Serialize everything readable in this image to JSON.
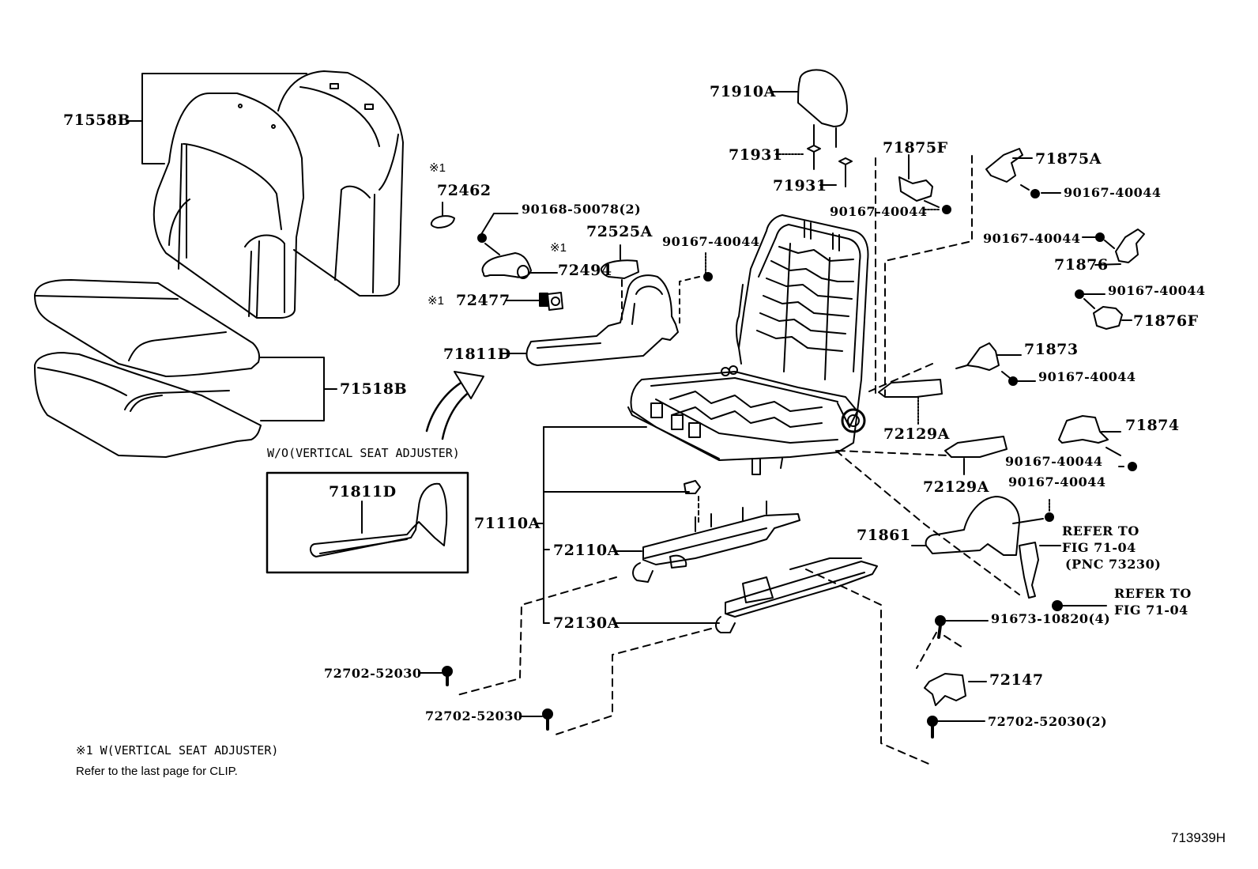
{
  "diagram": {
    "title": "Seat & Seat Track parts diagram",
    "figure_number": "713939H",
    "footnote_marker": "※1",
    "footnote_text": "※1 W(VERTICAL SEAT ADJUSTER)",
    "clip_note": "Refer to the last page for CLIP.",
    "inset_title": "W/O(VERTICAL SEAT ADJUSTER)",
    "parts": {
      "p71558B": "71558B",
      "p71518B": "71518B",
      "p72462": "72462",
      "p90168_50078": "90168-50078(2)",
      "p72525A": "72525A",
      "p72494": "72494",
      "p72477": "72477",
      "p71811D": "71811D",
      "p71811D_inset": "71811D",
      "p71910A": "71910A",
      "p71931_a": "71931",
      "p71931_b": "71931",
      "p71875F": "71875F",
      "p71875A": "71875A",
      "p90167_a": "90167-40044",
      "p90167_b": "90167-40044",
      "p90167_c": "90167-40044",
      "p90167_d": "90167-40044",
      "p90167_e": "90167-40044",
      "p90167_f": "90167-40044",
      "p90167_g": "90167-40044",
      "p90167_h": "90167-40044",
      "p71876": "71876",
      "p71876F": "71876F",
      "p71873": "71873",
      "p71874": "71874",
      "p72129A_a": "72129A",
      "p72129A_b": "72129A",
      "p71861": "71861",
      "p71110A": "71110A",
      "p72110A": "72110A",
      "p72130A": "72130A",
      "p91673": "91673-10820(4)",
      "p72147": "72147",
      "p72702_a": "72702-52030",
      "p72702_b": "72702-52030",
      "p72702_c": "72702-52030(2)"
    },
    "refer_notes": {
      "refer1_l1": "REFER TO",
      "refer1_l2": "FIG 71-04",
      "refer1_l3": "(PNC 73230)",
      "refer2_l1": "REFER TO",
      "refer2_l2": "FIG 71-04"
    },
    "markers": {
      "m72462": "※1",
      "m72494": "※1",
      "m72477": "※1"
    }
  }
}
